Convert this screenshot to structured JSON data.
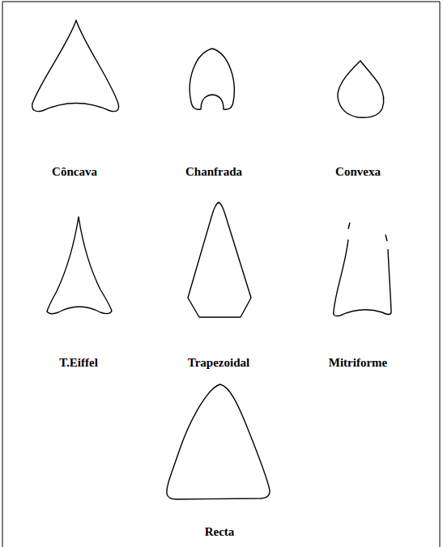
{
  "diagram": {
    "labels": [
      "Côncava",
      "Chanfrada",
      "Convexa",
      "T.Eiffel",
      "Trapezoidal",
      "Mitriforme",
      "Recta"
    ]
  }
}
